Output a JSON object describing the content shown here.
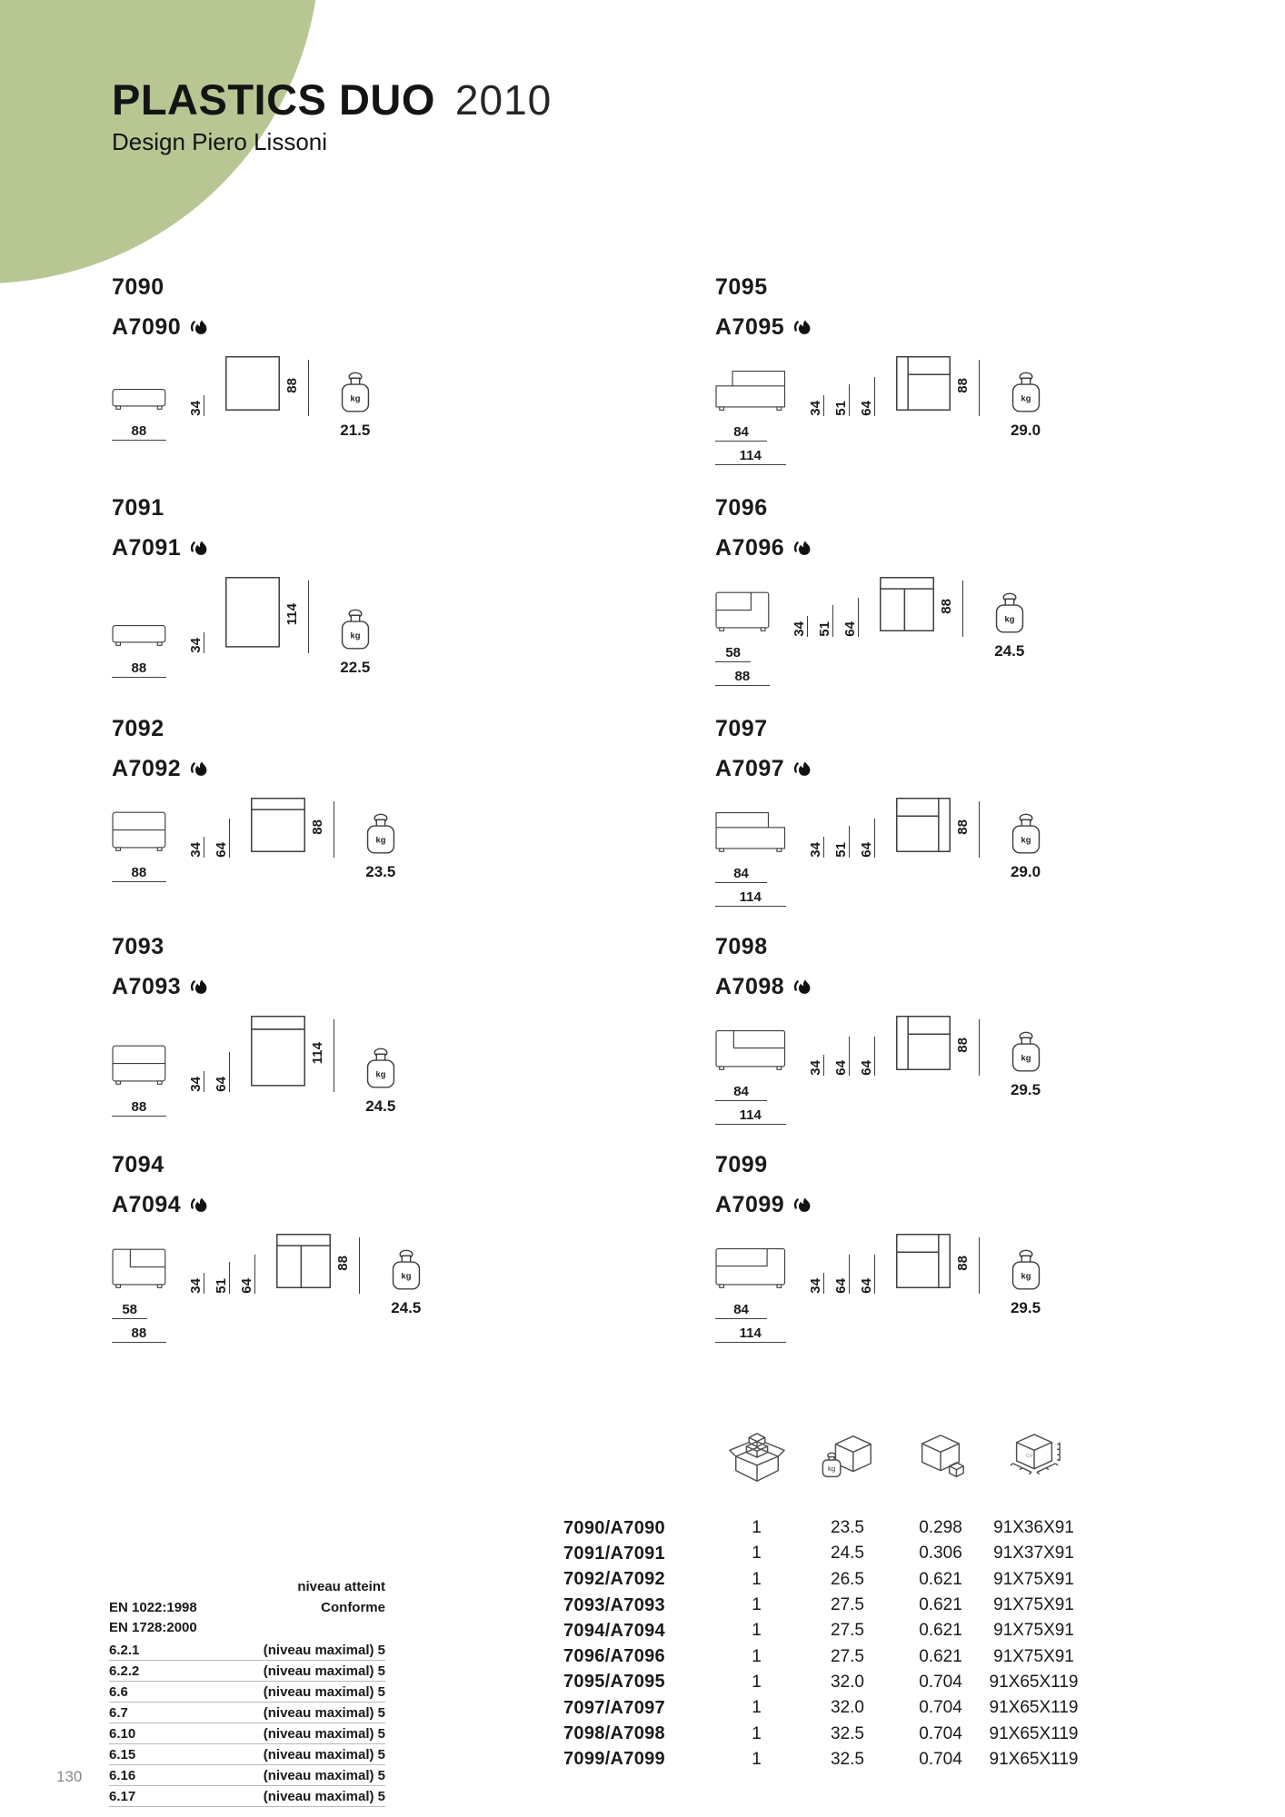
{
  "page": {
    "title": "PLASTICS DUO",
    "year": "2010",
    "designer": "Design Piero Lissoni",
    "page_number": "130",
    "accent_green": "#b7c693"
  },
  "labels": {
    "weight_unit": "kg",
    "dimension_unit": "cm."
  },
  "products": [
    {
      "code": "7090",
      "fire_code": "A7090",
      "side_type": "bench",
      "height_dims": [
        "34"
      ],
      "width_dims": [
        "88"
      ],
      "plan_type": "square",
      "plan_dim": "88",
      "weight": "21.5"
    },
    {
      "code": "7091",
      "fire_code": "A7091",
      "side_type": "bench",
      "height_dims": [
        "34"
      ],
      "width_dims": [
        "88"
      ],
      "plan_type": "tall",
      "plan_dim": "114",
      "weight": "22.5"
    },
    {
      "code": "7092",
      "fire_code": "A7092",
      "side_type": "seat-back",
      "height_dims": [
        "34",
        "64"
      ],
      "width_dims": [
        "88"
      ],
      "plan_type": "square-topband",
      "plan_dim": "88",
      "weight": "23.5"
    },
    {
      "code": "7093",
      "fire_code": "A7093",
      "side_type": "seat-back",
      "height_dims": [
        "34",
        "64"
      ],
      "width_dims": [
        "88"
      ],
      "plan_type": "tall-topband",
      "plan_dim": "114",
      "weight": "24.5"
    },
    {
      "code": "7094",
      "fire_code": "A7094",
      "side_type": "corner-left",
      "height_dims": [
        "34",
        "51",
        "64"
      ],
      "width_dims": [
        "58",
        "88"
      ],
      "plan_type": "topband-vline",
      "plan_dim": "88",
      "weight": "24.5"
    },
    {
      "code": "7095",
      "fire_code": "A7095",
      "side_type": "arm-left",
      "height_dims": [
        "34",
        "51",
        "64"
      ],
      "width_dims": [
        "84",
        "114"
      ],
      "plan_type": "leftband-hline",
      "plan_dim": "88",
      "weight": "29.0"
    },
    {
      "code": "7096",
      "fire_code": "A7096",
      "side_type": "corner-right",
      "height_dims": [
        "34",
        "51",
        "64"
      ],
      "width_dims": [
        "58",
        "88"
      ],
      "plan_type": "topband-vline",
      "plan_dim": "88",
      "weight": "24.5"
    },
    {
      "code": "7097",
      "fire_code": "A7097",
      "side_type": "arm-right",
      "height_dims": [
        "34",
        "51",
        "64"
      ],
      "width_dims": [
        "84",
        "114"
      ],
      "plan_type": "rightband-hline",
      "plan_dim": "88",
      "weight": "29.0"
    },
    {
      "code": "7098",
      "fire_code": "A7098",
      "side_type": "seat-arm-left",
      "height_dims": [
        "34",
        "64",
        "64"
      ],
      "width_dims": [
        "84",
        "114"
      ],
      "plan_type": "leftband-hline",
      "plan_dim": "88",
      "weight": "29.5"
    },
    {
      "code": "7099",
      "fire_code": "A7099",
      "side_type": "seat-arm-right",
      "height_dims": [
        "34",
        "64",
        "64"
      ],
      "width_dims": [
        "84",
        "114"
      ],
      "plan_type": "rightband-hline",
      "plan_dim": "88",
      "weight": "29.5"
    }
  ],
  "compliance": {
    "niveau_atteint_label": "niveau atteint",
    "standards": [
      {
        "code": "EN 1022:1998",
        "value": "Conforme"
      },
      {
        "code": "EN 1728:2000",
        "value": ""
      }
    ],
    "rows": [
      {
        "code": "6.2.1",
        "value": "(niveau maximal) 5"
      },
      {
        "code": "6.2.2",
        "value": "(niveau maximal) 5"
      },
      {
        "code": "6.6",
        "value": "(niveau maximal) 5"
      },
      {
        "code": "6.7",
        "value": "(niveau maximal) 5"
      },
      {
        "code": "6.10",
        "value": "(niveau maximal) 5"
      },
      {
        "code": "6.15",
        "value": "(niveau maximal) 5"
      },
      {
        "code": "6.16",
        "value": "(niveau maximal) 5"
      },
      {
        "code": "6.17",
        "value": "(niveau maximal) 5"
      }
    ]
  },
  "packing_table": {
    "icons": [
      {
        "name": "pieces-per-box-icon"
      },
      {
        "name": "gross-weight-icon"
      },
      {
        "name": "volume-icon"
      },
      {
        "name": "box-dimensions-icon"
      }
    ],
    "rows": [
      {
        "model": "7090/A7090",
        "pieces": "1",
        "weight": "23.5",
        "volume": "0.298",
        "dimensions": "91X36X91"
      },
      {
        "model": "7091/A7091",
        "pieces": "1",
        "weight": "24.5",
        "volume": "0.306",
        "dimensions": "91X37X91"
      },
      {
        "model": "7092/A7092",
        "pieces": "1",
        "weight": "26.5",
        "volume": "0.621",
        "dimensions": "91X75X91"
      },
      {
        "model": "7093/A7093",
        "pieces": "1",
        "weight": "27.5",
        "volume": "0.621",
        "dimensions": "91X75X91"
      },
      {
        "model": "7094/A7094",
        "pieces": "1",
        "weight": "27.5",
        "volume": "0.621",
        "dimensions": "91X75X91"
      },
      {
        "model": "7096/A7096",
        "pieces": "1",
        "weight": "27.5",
        "volume": "0.621",
        "dimensions": "91X75X91"
      },
      {
        "model": "7095/A7095",
        "pieces": "1",
        "weight": "32.0",
        "volume": "0.704",
        "dimensions": "91X65X119"
      },
      {
        "model": "7097/A7097",
        "pieces": "1",
        "weight": "32.0",
        "volume": "0.704",
        "dimensions": "91X65X119"
      },
      {
        "model": "7098/A7098",
        "pieces": "1",
        "weight": "32.5",
        "volume": "0.704",
        "dimensions": "91X65X119"
      },
      {
        "model": "7099/A7099",
        "pieces": "1",
        "weight": "32.5",
        "volume": "0.704",
        "dimensions": "91X65X119"
      }
    ]
  }
}
